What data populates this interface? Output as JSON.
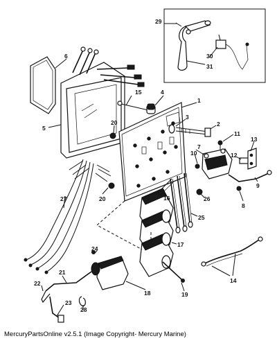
{
  "caption": "MercuryPartsOnline v2.5.1 (Image Copyright- Mercury Marine)",
  "callouts": {
    "c1": "1",
    "c2": "2",
    "c3": "3",
    "c4": "4",
    "c5": "5",
    "c6": "6",
    "c7": "7",
    "c8": "8",
    "c9": "9",
    "c10": "10",
    "c11": "11",
    "c12": "12",
    "c13": "13",
    "c14": "14",
    "c15": "15",
    "c16": "16",
    "c17": "17",
    "c18": "18",
    "c19": "19",
    "c20a": "20",
    "c20b": "20",
    "c21": "21",
    "c22": "22",
    "c23": "23",
    "c24": "24",
    "c25": "25",
    "c26": "26",
    "c27": "27",
    "c28": "28",
    "c29": "29",
    "c30": "30",
    "c31": "31"
  }
}
